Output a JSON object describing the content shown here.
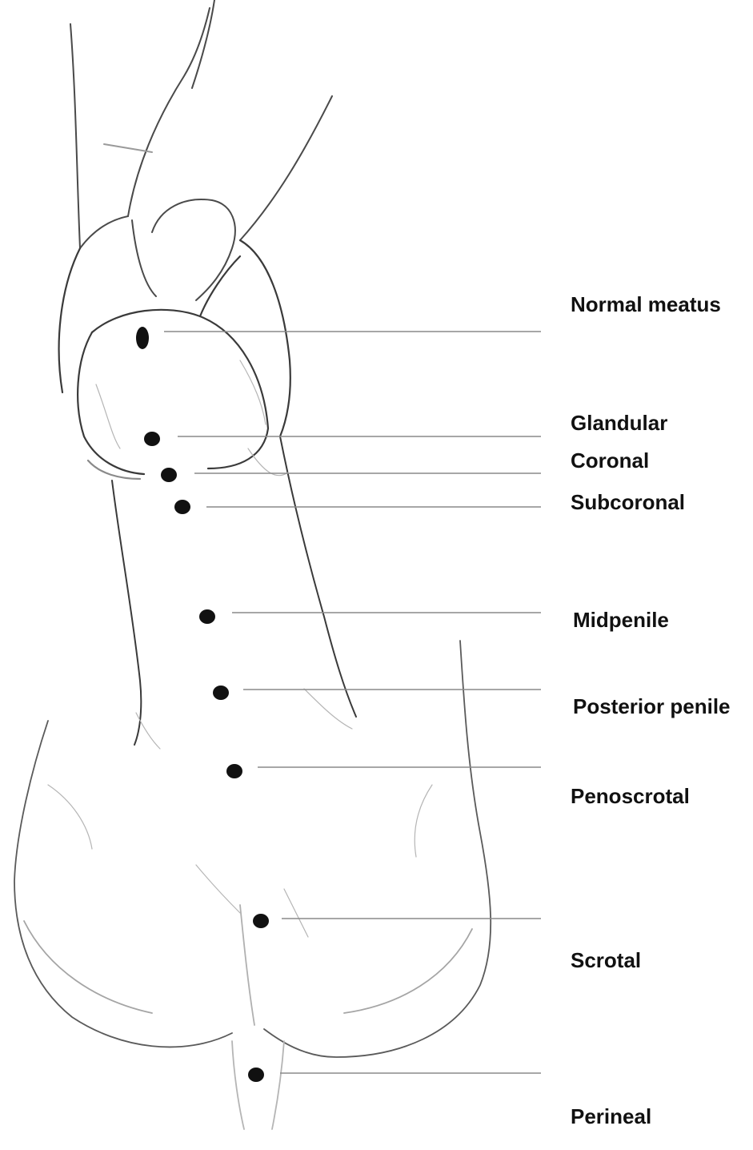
{
  "diagram": {
    "colors": {
      "outline": "#3a3a3a",
      "shading": "#b5b5b5",
      "leader": "#8a8a8a",
      "dot": "#111111",
      "label": "#111111"
    },
    "labels": [
      {
        "id": "normal-meatus",
        "text": "Normal meatus"
      },
      {
        "id": "glandular",
        "text": "Glandular"
      },
      {
        "id": "coronal",
        "text": "Coronal"
      },
      {
        "id": "subcoronal",
        "text": "Subcoronal"
      },
      {
        "id": "midpenile",
        "text": "Midpenile"
      },
      {
        "id": "posterior-penile",
        "text": "Posterior penile"
      },
      {
        "id": "penoscrotal",
        "text": "Penoscrotal"
      },
      {
        "id": "scrotal",
        "text": "Scrotal"
      },
      {
        "id": "perineal",
        "text": "Perineal"
      }
    ]
  }
}
